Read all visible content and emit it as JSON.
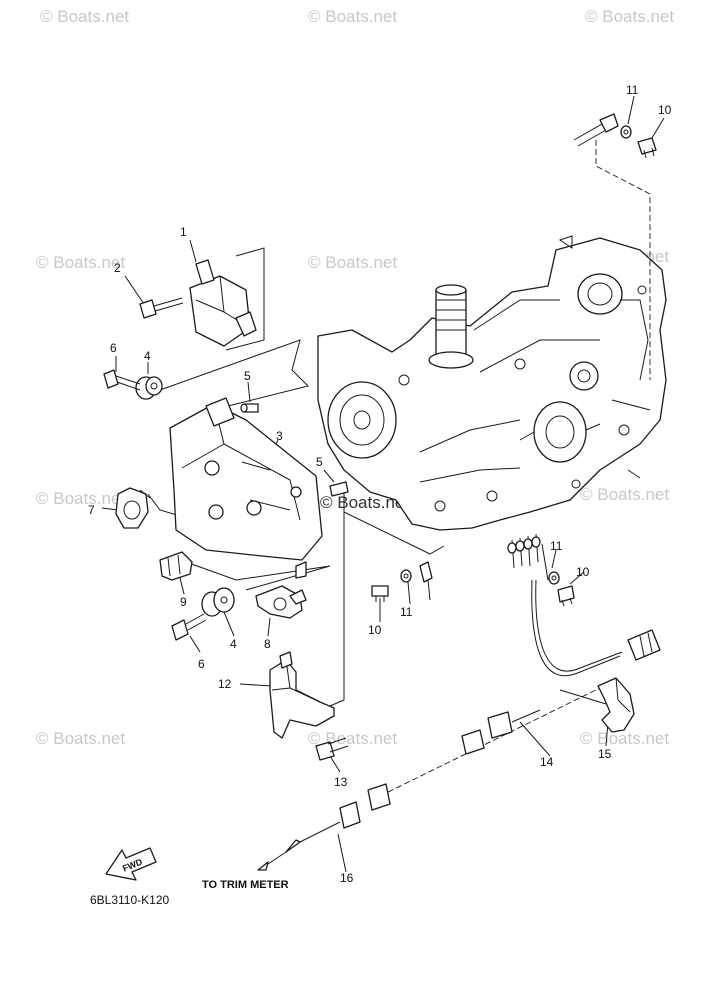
{
  "watermark": "© Boats.net",
  "callouts": [
    {
      "id": "1",
      "label": "1"
    },
    {
      "id": "2",
      "label": "2"
    },
    {
      "id": "3",
      "label": "3"
    },
    {
      "id": "4a",
      "label": "4"
    },
    {
      "id": "4b",
      "label": "4"
    },
    {
      "id": "5a",
      "label": "5"
    },
    {
      "id": "5b",
      "label": "5"
    },
    {
      "id": "6a",
      "label": "6"
    },
    {
      "id": "6b",
      "label": "6"
    },
    {
      "id": "7",
      "label": "7"
    },
    {
      "id": "8",
      "label": "8"
    },
    {
      "id": "9",
      "label": "9"
    },
    {
      "id": "10a",
      "label": "10"
    },
    {
      "id": "10b",
      "label": "10"
    },
    {
      "id": "10c",
      "label": "10"
    },
    {
      "id": "11a",
      "label": "11"
    },
    {
      "id": "11b",
      "label": "11"
    },
    {
      "id": "11c",
      "label": "11"
    },
    {
      "id": "12",
      "label": "12"
    },
    {
      "id": "13",
      "label": "13"
    },
    {
      "id": "14",
      "label": "14"
    },
    {
      "id": "15",
      "label": "15"
    },
    {
      "id": "16",
      "label": "16"
    }
  ],
  "fwd_label": "FWD",
  "trim_meter_caption": "TO TRIM METER",
  "diagram_code": "6BL3110-K120"
}
